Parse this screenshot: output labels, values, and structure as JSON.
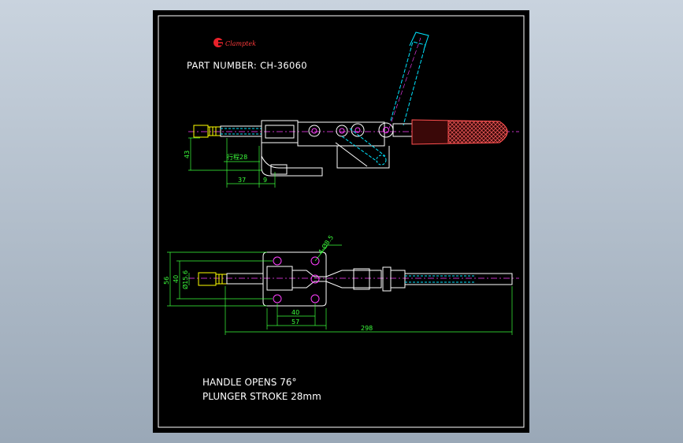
{
  "brand": {
    "name": "Clamptek",
    "logo_color": "#e8212a"
  },
  "part_number": "PART NUMBER:  CH-36060",
  "notes": {
    "handle_opens": "HANDLE OPENS 76°",
    "plunger_stroke": "PLUNGER STROKE 28mm"
  },
  "dimensions": {
    "side_height": "43",
    "side_stroke": "行程28",
    "side_width_37": "37",
    "side_width_9": "9",
    "hole_spec": "4-Ø8.5",
    "top_height_56": "56",
    "top_height_40": "40",
    "top_diameter": "Ø15.6",
    "top_width_40": "40",
    "top_width_57": "57",
    "overall_length": "298"
  },
  "colors": {
    "background": "#000000",
    "outline": "#ffffff",
    "dimension": "#3cff3c",
    "hidden_line": "#00e5ff",
    "center_line": "#ff40ff",
    "handle_grip": "#b02020",
    "thread": "#ffff00",
    "frame": "#ffffff"
  }
}
